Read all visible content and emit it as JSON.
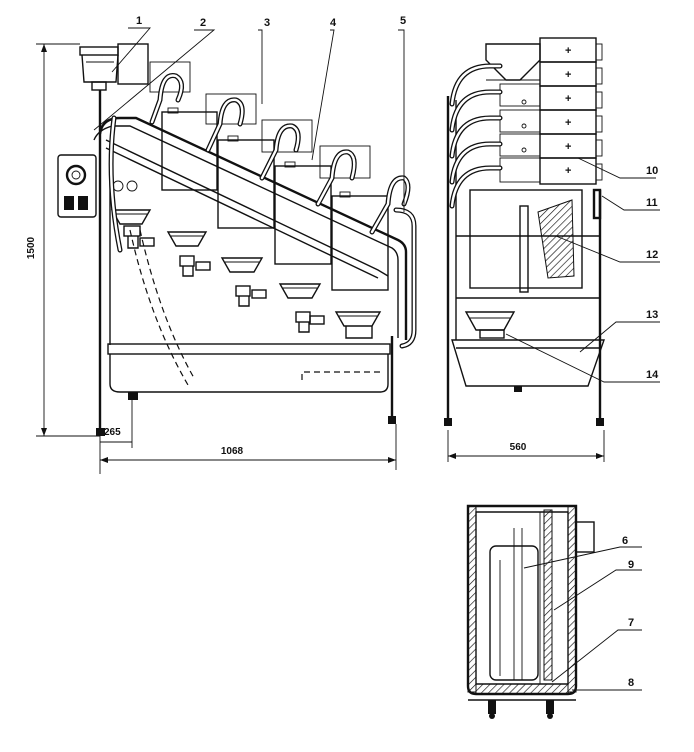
{
  "dimensions": {
    "height": "1500",
    "width_front": "1068",
    "offset_left": "265",
    "width_side": "560"
  },
  "callouts": [
    {
      "id": "c1",
      "text": "1"
    },
    {
      "id": "c2",
      "text": "2"
    },
    {
      "id": "c3",
      "text": "3"
    },
    {
      "id": "c4",
      "text": "4"
    },
    {
      "id": "c5",
      "text": "5"
    },
    {
      "id": "c6",
      "text": "6"
    },
    {
      "id": "c7",
      "text": "7"
    },
    {
      "id": "c8",
      "text": "8"
    },
    {
      "id": "c9",
      "text": "9"
    },
    {
      "id": "c10",
      "text": "10"
    },
    {
      "id": "c11",
      "text": "11"
    },
    {
      "id": "c12",
      "text": "12"
    },
    {
      "id": "c13",
      "text": "13"
    },
    {
      "id": "c14",
      "text": "14"
    }
  ]
}
